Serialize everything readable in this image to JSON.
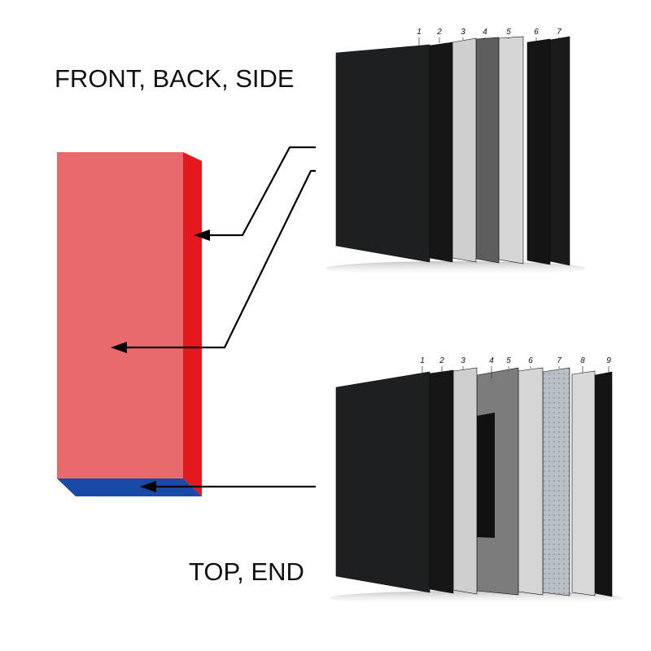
{
  "captions": {
    "front_back_side": "FRONT, BACK, SIDE",
    "top_end": "TOP, END"
  },
  "colors": {
    "block_front": "#e86a6c",
    "block_side": "#e4191d",
    "block_top": "#f27b7d",
    "block_bottom": "#1a4aa8",
    "arrow": "#000000"
  },
  "upper_stack": {
    "labels": [
      "1",
      "2",
      "3",
      "4",
      "5",
      "6",
      "7"
    ],
    "layers": [
      {
        "label": "1",
        "material": "black-fabric",
        "color": "#1d1f21"
      },
      {
        "label": "2",
        "material": "black-felt",
        "color": "#161616"
      },
      {
        "label": "3",
        "material": "light-gray-foam",
        "color": "#cfcfcf"
      },
      {
        "label": "4",
        "material": "dark-gray-board",
        "color": "#5e5e5e"
      },
      {
        "label": "5",
        "material": "light-gray-foam",
        "color": "#d6d6d6"
      },
      {
        "label": "6",
        "material": "black-felt",
        "color": "#141414"
      },
      {
        "label": "7",
        "material": "black-felt",
        "color": "#1a1a1a"
      }
    ]
  },
  "lower_stack": {
    "labels": [
      "1",
      "2",
      "3",
      "4",
      "5",
      "6",
      "7",
      "8",
      "9"
    ],
    "layers": [
      {
        "label": "1",
        "material": "black-fabric",
        "color": "#1d1f21"
      },
      {
        "label": "2",
        "material": "black-felt",
        "color": "#161616"
      },
      {
        "label": "3",
        "material": "light-gray-foam",
        "color": "#cfcfcf"
      },
      {
        "label": "4",
        "material": "gray-panel-with-insert",
        "color": "#7c7c7c"
      },
      {
        "label": "5",
        "material": "light-gray-foam",
        "color": "#d6d6d6"
      },
      {
        "label": "6",
        "material": "aluminum-honeycomb",
        "color": "#b9c0c6"
      },
      {
        "label": "7",
        "material": "light-gray-foam",
        "color": "#d9d9d9"
      },
      {
        "label": "8",
        "material": "black-felt",
        "color": "#141414"
      },
      {
        "label": "9",
        "material": "black-felt",
        "color": "#1a1a1a"
      }
    ]
  }
}
